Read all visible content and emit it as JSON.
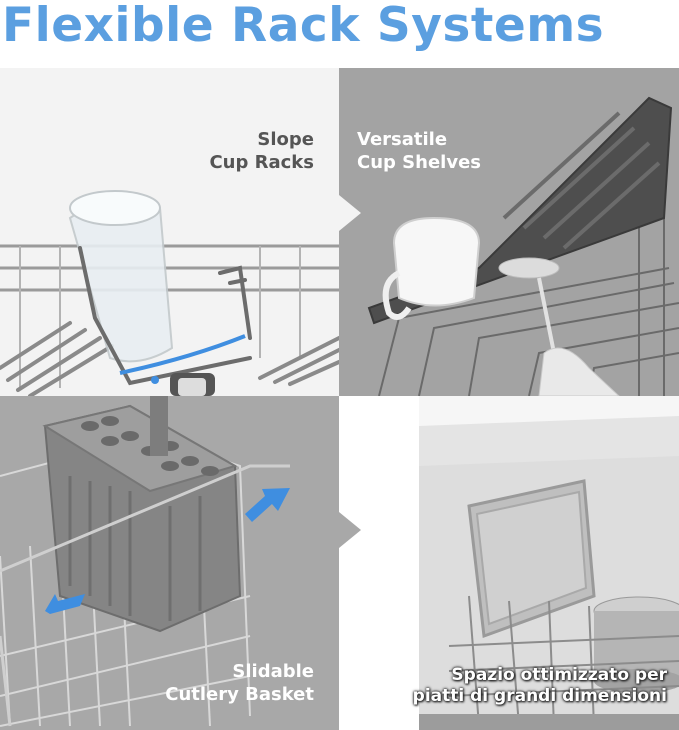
{
  "title": "Flexible Rack Systems",
  "colors": {
    "title": "#5b9fe0",
    "caption_dark": "#555555",
    "caption_light": "#ffffff",
    "accent_blue": "#3f8ee0"
  },
  "panels": {
    "slope": {
      "line1": "Slope",
      "line2": "Cup Racks"
    },
    "shelves": {
      "line1": "Versatile",
      "line2": "Cup Shelves"
    },
    "cutlery": {
      "line1": "Slidable",
      "line2": "Cutlery Basket"
    },
    "space": {
      "line1": "Spazio ottimizzato per",
      "line2": "piatti di grandi dimensioni"
    }
  },
  "icons": {
    "slide_arrows": "double-arrow-icon"
  }
}
